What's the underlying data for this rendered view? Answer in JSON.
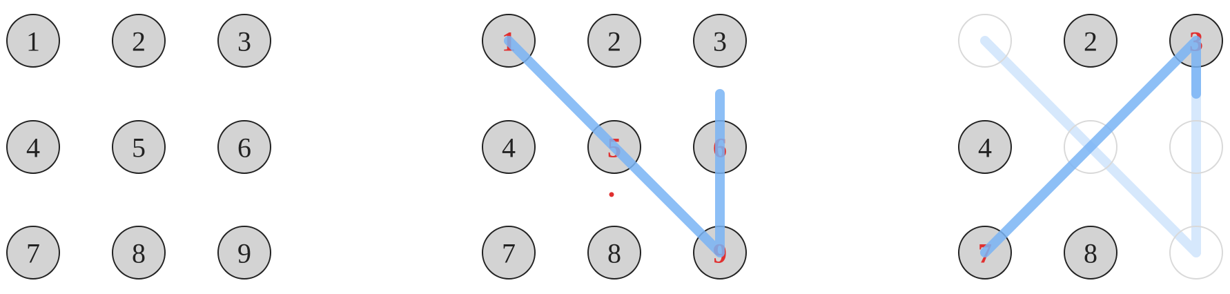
{
  "colors": {
    "node_fill": "#d3d3d3",
    "node_stroke": "#222222",
    "ghost_stroke": "#d9d9d9",
    "selected_text": "#e03030",
    "path_stroke": "#7ab4f5",
    "faded_path_stroke": "#d6e8fc",
    "cursor_dot": "#e03030"
  },
  "panels": [
    {
      "id": "panel-1",
      "nodes": [
        {
          "label": "1",
          "state": "normal"
        },
        {
          "label": "2",
          "state": "normal"
        },
        {
          "label": "3",
          "state": "normal"
        },
        {
          "label": "4",
          "state": "normal"
        },
        {
          "label": "5",
          "state": "normal"
        },
        {
          "label": "6",
          "state": "normal"
        },
        {
          "label": "7",
          "state": "normal"
        },
        {
          "label": "8",
          "state": "normal"
        },
        {
          "label": "9",
          "state": "normal"
        }
      ],
      "path": [],
      "faded_path": [],
      "partial_segment": null,
      "cursor_dot": false
    },
    {
      "id": "panel-2",
      "nodes": [
        {
          "label": "1",
          "state": "selected"
        },
        {
          "label": "2",
          "state": "normal"
        },
        {
          "label": "3",
          "state": "normal"
        },
        {
          "label": "4",
          "state": "normal"
        },
        {
          "label": "5",
          "state": "selected"
        },
        {
          "label": "6",
          "state": "selected"
        },
        {
          "label": "7",
          "state": "normal"
        },
        {
          "label": "8",
          "state": "normal"
        },
        {
          "label": "9",
          "state": "selected"
        }
      ],
      "path": [
        1,
        5,
        9,
        6
      ],
      "faded_path": [],
      "partial_segment": {
        "from": 6,
        "toward": 3,
        "fraction": 0.5
      },
      "cursor_dot": true
    },
    {
      "id": "panel-3",
      "nodes": [
        {
          "label": "",
          "state": "ghost"
        },
        {
          "label": "2",
          "state": "normal"
        },
        {
          "label": "3",
          "state": "selected"
        },
        {
          "label": "4",
          "state": "normal"
        },
        {
          "label": "",
          "state": "ghost"
        },
        {
          "label": "",
          "state": "ghost"
        },
        {
          "label": "7",
          "state": "selected"
        },
        {
          "label": "8",
          "state": "normal"
        },
        {
          "label": "",
          "state": "ghost"
        }
      ],
      "path": [
        7,
        3
      ],
      "faded_path": [
        1,
        5,
        9,
        6,
        3
      ],
      "partial_segment": {
        "from": 3,
        "toward": 6,
        "fraction": 0.5
      },
      "cursor_dot": false
    }
  ]
}
